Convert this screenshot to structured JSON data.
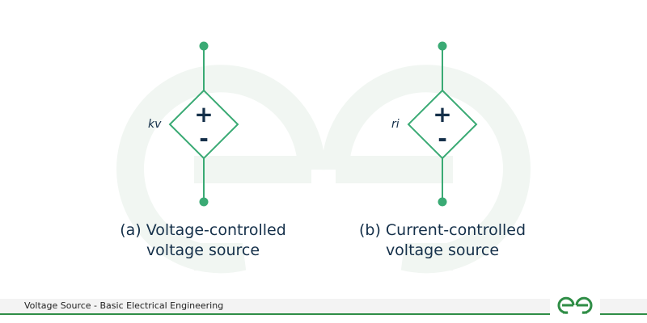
{
  "colors": {
    "wire": "#3aaa74",
    "text": "#15304a",
    "brand": "#2f8d46",
    "watermark": "#f1f6f2"
  },
  "sources": [
    {
      "label": "kv",
      "plus": "+",
      "minus": "-",
      "caption_line1": "(a) Voltage-controlled",
      "caption_line2": "voltage source"
    },
    {
      "label": "ri",
      "plus": "+",
      "minus": "-",
      "caption_line1": "(b) Current-controlled",
      "caption_line2": "voltage source"
    }
  ],
  "footer": {
    "title": "Voltage Source - Basic Electrical Engineering",
    "logo_icon": "geeksforgeeks-logo-icon",
    "watermark_icon": "geeksforgeeks-watermark-icon"
  }
}
